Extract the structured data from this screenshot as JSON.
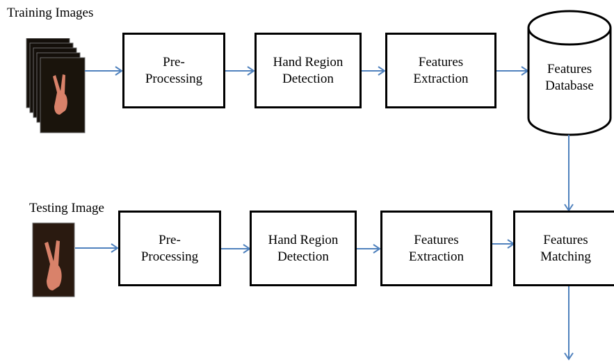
{
  "labels": {
    "training": "Training Images",
    "testing": "Testing Image"
  },
  "training_pipeline": [
    {
      "label": "Pre-\nProcessing"
    },
    {
      "label": "Hand Region\nDetection"
    },
    {
      "label": "Features\nExtraction"
    }
  ],
  "database": {
    "label": "Features\nDatabase"
  },
  "testing_pipeline": [
    {
      "label": "Pre-\nProcessing"
    },
    {
      "label": "Hand Region\nDetection"
    },
    {
      "label": "Features\nExtraction"
    },
    {
      "label": "Features\nMatching"
    }
  ],
  "colors": {
    "arrow": "#4f81bd",
    "box_border": "#000000",
    "photo_background": "#1a140c",
    "hand": "#d9826a"
  }
}
